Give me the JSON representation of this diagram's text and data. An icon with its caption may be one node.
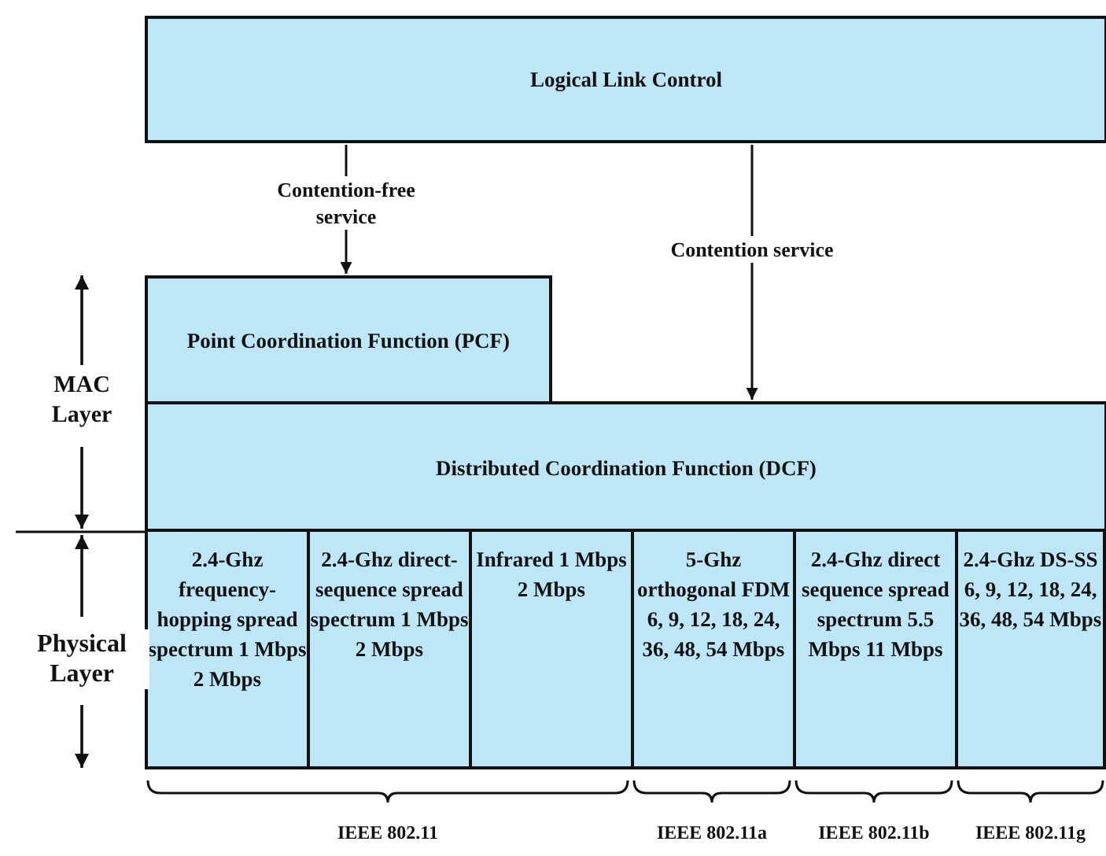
{
  "diagram": {
    "nodes": [
      {
        "text": [
          "Logical Link Control"
        ]
      },
      {
        "text": [
          "Point Coordination Function (PCF)"
        ]
      },
      {
        "text": [
          "Distributed Coordination Function (DCF)"
        ]
      },
      {
        "text": [
          "2.4-Ghz frequency-hopping spread spectrum 1 Mbps 2 Mbps"
        ]
      },
      {
        "text": [
          "2.4-Ghz direct-sequence spread spectrum 1 Mbps 2 Mbps"
        ]
      },
      {
        "text": [
          "Infrared 1 Mbps 2 Mbps"
        ]
      },
      {
        "text": [
          "5-Ghz orthogonal FDM 6, 9, 12, 18, 24, 36, 48, 54 Mbps"
        ]
      },
      {
        "text": [
          "2.4-Ghz direct sequence spread spectrum 5.5 Mbps 11 Mbps"
        ]
      },
      {
        "text": [
          "2.4-Ghz DS-SS 6, 9, 12, 18, 24, 36, 48, 54 Mbps"
        ]
      }
    ],
    "edges": [
      {
        "from": 0,
        "to": 1,
        "arrow": "to",
        "label": "Contention-free service"
      },
      {
        "from": 0,
        "to": 2,
        "arrow": "to",
        "label": "Contention service"
      }
    ],
    "labels": [
      "MAC Layer",
      "Physical Layer",
      "IEEE 802.11",
      "IEEE 802.11a",
      "IEEE 802.11b",
      "IEEE 802.11g"
    ]
  }
}
